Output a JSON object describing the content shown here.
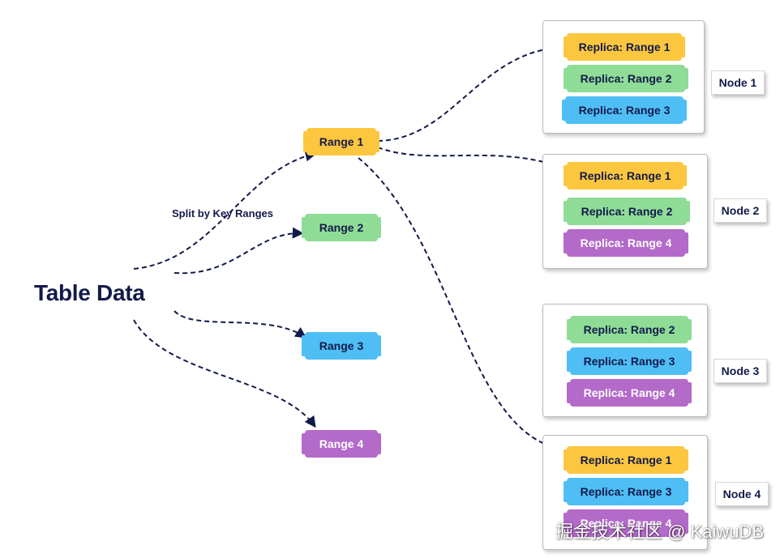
{
  "title": "Table Data",
  "split_label": "Split by Key Ranges",
  "colors": {
    "yellow": "#fdc63f",
    "green": "#8fdc97",
    "blue": "#4fbef5",
    "purple": "#b46ac9",
    "text": "#121a4a",
    "arrow": "#121a4a"
  },
  "ranges": [
    {
      "label": "Range 1",
      "color": "yellow"
    },
    {
      "label": "Range 2",
      "color": "green"
    },
    {
      "label": "Range 3",
      "color": "blue"
    },
    {
      "label": "Range 4",
      "color": "purple"
    }
  ],
  "nodes": [
    {
      "label": "Node 1",
      "replicas": [
        {
          "label": "Replica: Range 1",
          "color": "yellow"
        },
        {
          "label": "Replica: Range 2",
          "color": "green"
        },
        {
          "label": "Replica: Range 3",
          "color": "blue"
        }
      ]
    },
    {
      "label": "Node 2",
      "replicas": [
        {
          "label": "Replica: Range 1",
          "color": "yellow"
        },
        {
          "label": "Replica: Range 2",
          "color": "green"
        },
        {
          "label": "Replica: Range 4",
          "color": "purple"
        }
      ]
    },
    {
      "label": "Node 3",
      "replicas": [
        {
          "label": "Replica: Range 2",
          "color": "green"
        },
        {
          "label": "Replica: Range 3",
          "color": "blue"
        },
        {
          "label": "Replica: Range 4",
          "color": "purple"
        }
      ]
    },
    {
      "label": "Node 4",
      "replicas": [
        {
          "label": "Replica: Range 1",
          "color": "yellow"
        },
        {
          "label": "Replica: Range 3",
          "color": "blue"
        },
        {
          "label": "Replica: Range 4",
          "color": "purple"
        }
      ]
    }
  ],
  "watermark": "掘金技术社区 @ KaiwuDB"
}
